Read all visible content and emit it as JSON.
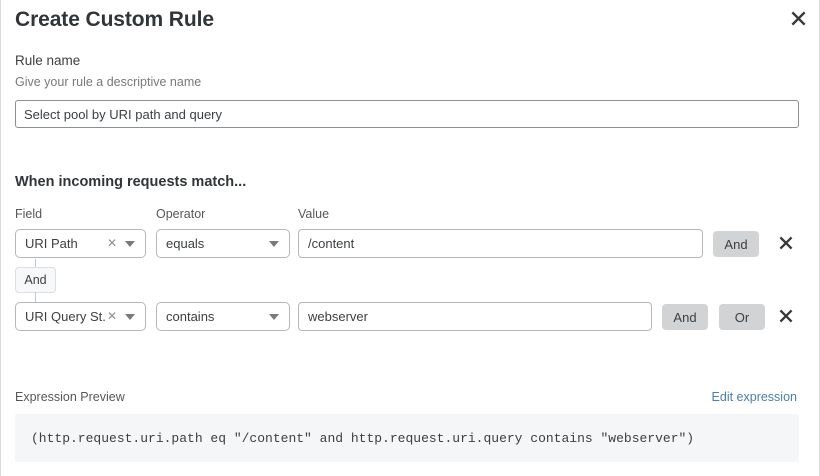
{
  "header": {
    "title": "Create Custom Rule",
    "close_icon": "close-icon"
  },
  "rule_name": {
    "label": "Rule name",
    "help": "Give your rule a descriptive name",
    "value": "Select pool by URI path and query"
  },
  "match": {
    "heading": "When incoming requests match...",
    "columns": {
      "field": "Field",
      "operator": "Operator",
      "value": "Value"
    },
    "connector": {
      "label": "And"
    },
    "rows": [
      {
        "field": "URI Path",
        "field_clear_icon": "clear-icon",
        "field_caret_icon": "chevron-down-icon",
        "operator": "equals",
        "operator_caret_icon": "chevron-down-icon",
        "value": "/content",
        "and_label": "And",
        "or_label": "",
        "delete_icon": "close-icon"
      },
      {
        "field": "URI Query St...",
        "field_clear_icon": "clear-icon",
        "field_caret_icon": "chevron-down-icon",
        "operator": "contains",
        "operator_caret_icon": "chevron-down-icon",
        "value": "webserver",
        "and_label": "And",
        "or_label": "Or",
        "delete_icon": "close-icon"
      }
    ]
  },
  "expression": {
    "label": "Expression Preview",
    "edit_link": "Edit expression",
    "code": "(http.request.uri.path eq \"/content\" and http.request.uri.query contains \"webserver\")"
  },
  "colors": {
    "link": "#4a7fab",
    "logic_button_bg": "#d2d3d5",
    "code_bg": "#f5f6f7",
    "text": "#3c4043"
  }
}
